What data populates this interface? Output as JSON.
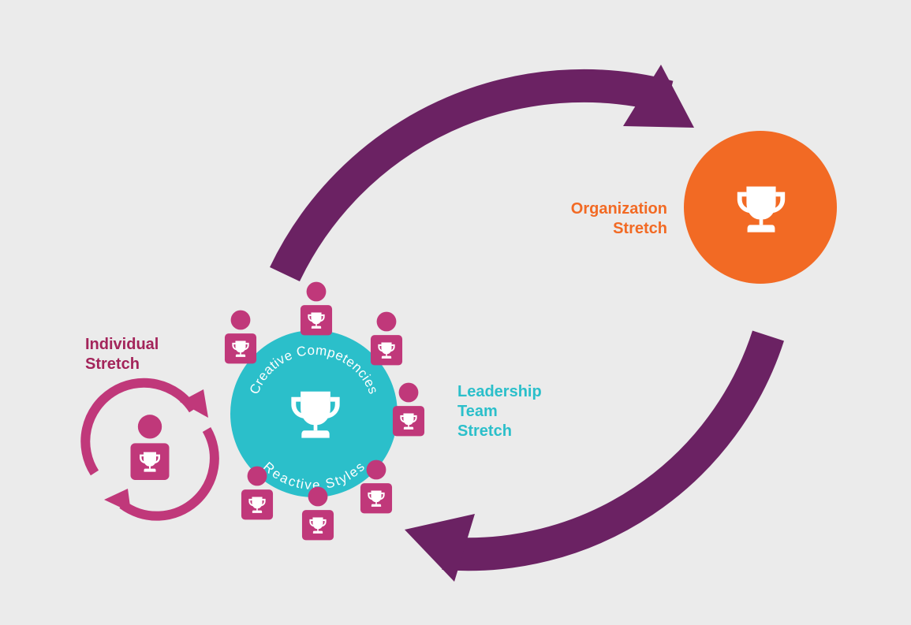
{
  "colors": {
    "background": "#ebebeb",
    "cycle_arrow": "#6b2263",
    "organization": "#f26a24",
    "team_circle": "#2bbfca",
    "person": "#c0387a",
    "individual_label": "#a3245a",
    "leadership_label": "#2bbfca",
    "white": "#ffffff"
  },
  "labels": {
    "organization": [
      "Organization",
      "Stretch"
    ],
    "individual": [
      "Individual",
      "Stretch"
    ],
    "leadership": [
      "Leadership",
      "Team",
      "Stretch"
    ]
  },
  "team_circle": {
    "top_arc_text": "Creative Competencies",
    "bottom_arc_text": "Reactive Styles"
  },
  "icons": {
    "trophy": "trophy-icon",
    "person": "person-icon",
    "cycle_arrow": "curved-arrow-icon",
    "refresh": "refresh-cycle-icon"
  }
}
